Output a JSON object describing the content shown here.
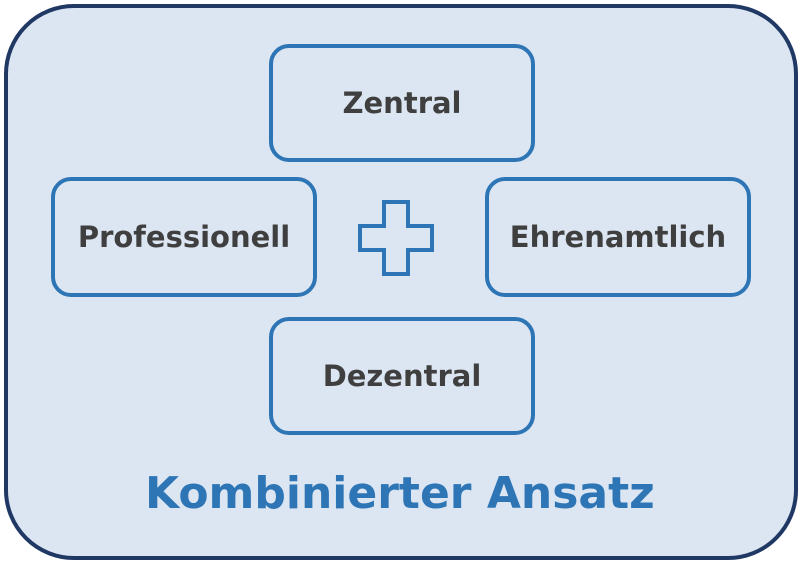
{
  "diagram": {
    "top_label": "Zentral",
    "left_label": "Professionell",
    "right_label": "Ehrenamtlich",
    "bottom_label": "Dezentral",
    "caption": "Kombinierter Ansatz",
    "center_icon": "plus-icon"
  },
  "colors": {
    "frame_fill": "#dce6f2",
    "frame_border": "#1f3864",
    "box_border": "#2e75b6",
    "label_text": "#3f3f3f",
    "caption_text": "#2e75b6"
  }
}
